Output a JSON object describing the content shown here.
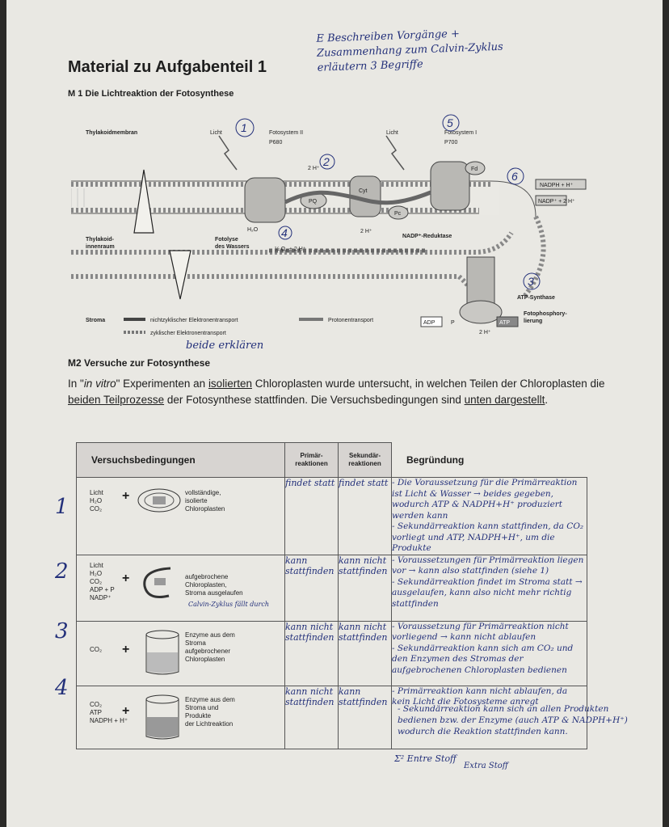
{
  "handwritten_top": [
    "E Beschreiben Vorgänge +",
    "Zusammenhang zum Calvin-Zyklus",
    "erläutern 3 Begriffe"
  ],
  "title": "Material zu Aufgabenteil 1",
  "m1_heading": "M 1 Die Lichtreaktion der Fotosynthese",
  "diagram": {
    "labels": {
      "thylakoidmembran": "Thylakoidmembran",
      "licht1": "Licht",
      "fotosystem2": "Fotosystem II",
      "p680": "P680",
      "licht2": "Licht",
      "fotosystem1": "Fotosystem I",
      "p700": "P700",
      "nadph_h": "NADPH + H⁺",
      "nadp_2h": "NADP⁺ + 2 H⁺",
      "two_h_top": "2 H⁺",
      "two_h_mid": "2 H⁺",
      "thylakoid_innenraum_1": "Thylakoid-",
      "thylakoid_innenraum_2": "innenraum",
      "fotolyse_1": "Fotolyse",
      "fotolyse_2": "des Wassers",
      "h2o": "H₂O",
      "half_o2": "½ O₂ + 2 H⁺",
      "nadp_reduktase": "NADP⁺-Reduktase",
      "pq": "PQ",
      "cyt": "Cyt",
      "pc": "Pc",
      "fd": "Fd",
      "atp_synthase": "ATP-Synthase",
      "stroma": "Stroma",
      "legend_nonzyklisch": "nichtzyklischer Elektronentransport",
      "legend_zyklisch": "zyklischer Elektronentransport",
      "legend_proton": "Protonentransport",
      "adp": "ADP",
      "p": "P",
      "atp": "ATP",
      "fotophosphorylierung_1": "Fotophosphory-",
      "fotophosphorylierung_2": "lierung",
      "two_h_bottom": "2 H⁺"
    },
    "handwritten_numbers": [
      "1",
      "2",
      "3",
      "4",
      "5",
      "6"
    ]
  },
  "beide_erklaeren": "beide erklären",
  "m2_heading": "M2 Versuche zur Fotosynthese",
  "intro": {
    "p1": "In \"",
    "invitro": "in vitro",
    "p2": "\" Experimenten an ",
    "isolierten": "isolierten",
    "p3": " Chloroplasten wurde untersucht, in welchen Teilen der Chloroplasten die ",
    "beiden": "beiden Teilprozesse",
    "p4": " der Fotosynthese stattfinden. Die Versuchsbedingungen sind ",
    "unten": "unten dargestellt",
    "p5": "."
  },
  "table": {
    "headers": [
      "Versuchsbedingungen",
      "Primär-reaktionen",
      "Sekundär-reaktionen",
      "Begründung"
    ],
    "rows": [
      {
        "number": "1",
        "chem": "Licht\nH₂O\nCO₂",
        "desc": "vollständige,\nisolierte\nChloroplasten",
        "primaer": "findet statt",
        "sekundaer": "findet statt",
        "begruendung": "- Die Voraussetzung für die Primärreaktion ist Licht & Wasser → beides gegeben, wodurch ATP & NADPH+H⁺ produziert werden kann\n- Sekundärreaktion kann stattfinden, da CO₂ vorliegt und ATP, NADPH+H⁺, um die Produkte"
      },
      {
        "number": "2",
        "chem": "Licht\nH₂O\nCO₂\nADP + P\nNADP⁺",
        "desc": "aufgebrochene\nChloroplasten,\nStroma ausgelaufen",
        "extra": "Calvin-Zyklus fällt durch",
        "primaer": "kann stattfinden",
        "sekundaer": "kann nicht stattfinden",
        "begruendung": "- Voraussetzungen für Primärreaktion liegen vor → kann also stattfinden (siehe 1)\n- Sekundärreaktion findet im Stroma statt → ausgelaufen, kann also nicht mehr richtig stattfinden"
      },
      {
        "number": "3",
        "chem": "CO₂",
        "desc": "Enzyme aus dem\nStroma\naufgebrochener\nChloroplasten",
        "primaer": "kann nicht stattfinden",
        "sekundaer": "kann nicht stattfinden",
        "begruendung": "- Voraussetzung für Primärreaktion nicht vorliegend → kann nicht ablaufen\n- Sekundärreaktion kann sich am CO₂ und den Enzymen des Stromas der aufgebrochenen Chloroplasten bedienen"
      },
      {
        "number": "4",
        "chem": "CO₂\nATP\nNADPH + H⁺",
        "desc": "Enzyme aus dem\nStroma und\nProdukte\nder Lichtreaktion",
        "primaer": "kann nicht stattfinden",
        "sekundaer": "kann stattfinden",
        "begruendung": "- Primärreaktion kann nicht ablaufen, da kein Licht die Fotosysteme anregt"
      }
    ]
  },
  "below_table": "- Sekundärreaktion kann sich an allen Produkten bedienen bzw. der Enzyme (auch ATP & NADPH+H⁺) wodurch die Reaktion stattfinden kann.",
  "signature": "Σ² Entre Stoff",
  "signature2": "Extra Stoff"
}
